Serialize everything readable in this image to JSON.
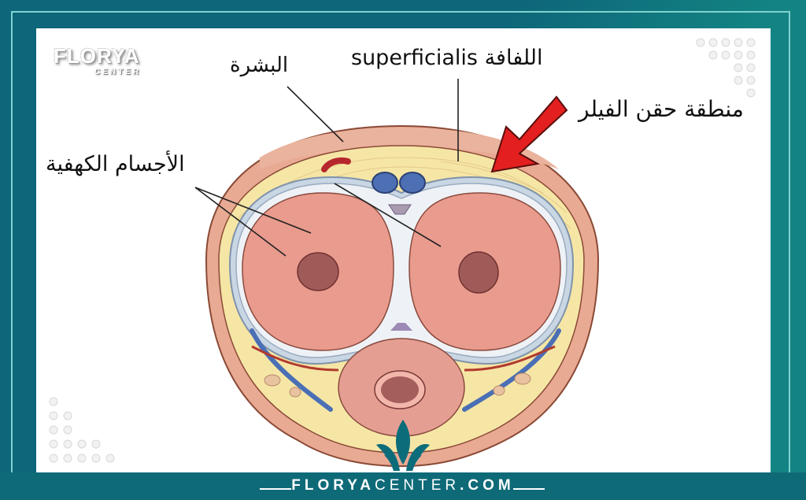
{
  "brand": {
    "logo_main": "FLORYA",
    "logo_sub": "CENTER",
    "footer_bold": "FLORYA",
    "footer_light": "CENTER",
    "footer_suffix": ".COM",
    "colors": {
      "frame_teal": "#138483",
      "frame_dark": "#0d6679",
      "accent_line": "#7fd3cf",
      "arrow_red": "#e3201f"
    }
  },
  "labels": {
    "epidermis": "البشرة",
    "fascia": "اللفافة superficialis",
    "filler_zone": "منطقة حقن الفيلر",
    "cavernosa": "الأجسام الكهفية"
  },
  "icons": {
    "pointer_arrow": "red-arrow-icon",
    "brand_leaf": "leaf-logo-icon"
  }
}
